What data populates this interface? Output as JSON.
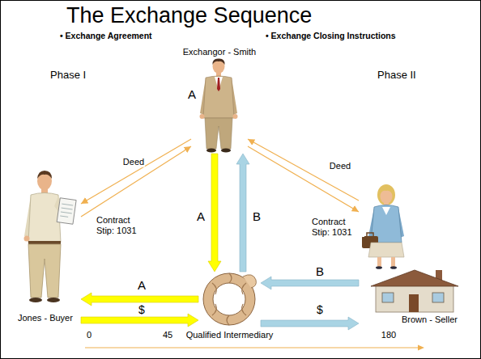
{
  "diagram": {
    "title": "The Exchange Sequence",
    "nodes": [
      {
        "text": [
          "Exchangor - Smith"
        ]
      },
      {
        "text": [
          "Jones - Buyer"
        ]
      },
      {
        "text": [
          "Brown - Seller"
        ]
      },
      {
        "text": [
          "Qualified Intermediary"
        ]
      }
    ],
    "edges": [
      {
        "from": 0,
        "to": 1,
        "label": "Deed",
        "arrow": "to"
      },
      {
        "from": 1,
        "to": 0,
        "label": "Contract Stip: 1031",
        "arrow": "to"
      },
      {
        "from": 2,
        "to": 0,
        "label": "Deed",
        "arrow": "to"
      },
      {
        "from": 0,
        "to": 2,
        "label": "Contract Stip: 1031",
        "arrow": "to"
      },
      {
        "from": 0,
        "to": 3,
        "label": "A",
        "arrow": "to"
      },
      {
        "from": 3,
        "to": 0,
        "label": "B",
        "arrow": "to"
      },
      {
        "from": 3,
        "to": 1,
        "label": "A",
        "arrow": "to"
      },
      {
        "from": 1,
        "to": 3,
        "label": "$",
        "arrow": "to"
      },
      {
        "from": 2,
        "to": 3,
        "label": "B",
        "arrow": "to"
      },
      {
        "from": 3,
        "to": 2,
        "label": "$",
        "arrow": "to"
      }
    ],
    "labels": [
      "• Exchange Agreement",
      "• Exchange Closing Instructions",
      "Phase I",
      "A",
      "Phase II",
      "0",
      "45",
      "180"
    ]
  }
}
